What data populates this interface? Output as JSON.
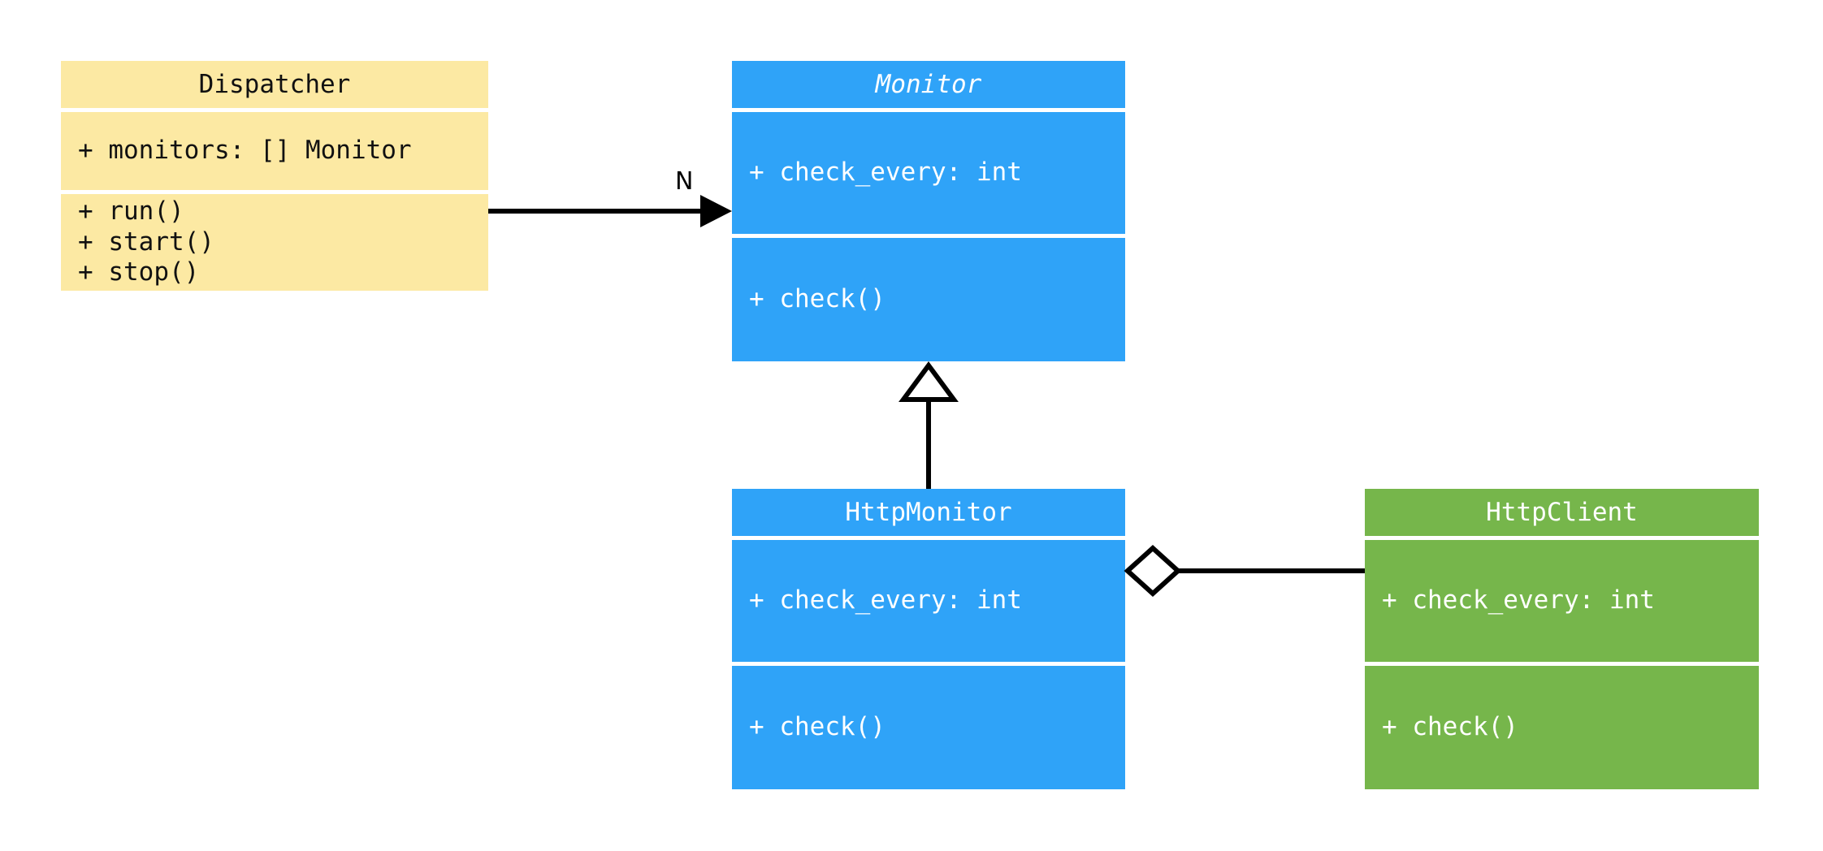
{
  "diagram": {
    "kind": "uml-class-diagram",
    "background": "#ffffff",
    "palette": {
      "yellow": "#fce9a3",
      "blue": "#2fa3f8",
      "green": "#76b64b",
      "line": "#000000",
      "dark_text": "#111111",
      "light_text": "#ffffff"
    }
  },
  "classes": {
    "dispatcher": {
      "name": "Dispatcher",
      "abstract": false,
      "color": "#fce9a3",
      "attributes": [
        "+ monitors: [] Monitor"
      ],
      "methods": [
        "+ run()",
        "+ start()",
        "+ stop()"
      ],
      "methods_text": "+ run()\n+ start()\n+ stop()"
    },
    "monitor": {
      "name": "Monitor",
      "abstract": true,
      "color": "#2fa3f8",
      "attributes": [
        "+ check_every: int"
      ],
      "methods": [
        "+ check()"
      ],
      "attributes_text": "+ check_every: int",
      "methods_text": "+ check()"
    },
    "http_monitor": {
      "name": "HttpMonitor",
      "abstract": false,
      "color": "#2fa3f8",
      "attributes": [
        "+ check_every: int"
      ],
      "methods": [
        "+ check()"
      ],
      "attributes_text": "+ check_every: int",
      "methods_text": "+ check()"
    },
    "http_client": {
      "name": "HttpClient",
      "abstract": false,
      "color": "#76b64b",
      "attributes": [
        "+ check_every: int"
      ],
      "methods": [
        "+ check()"
      ],
      "attributes_text": "+ check_every: int",
      "methods_text": "+ check()"
    }
  },
  "relationships": [
    {
      "id": "dispatcher-to-monitor",
      "type": "association",
      "from": "Dispatcher",
      "to": "Monitor",
      "marker": "solid-arrow",
      "label": "N"
    },
    {
      "id": "httpmonitor-to-monitor",
      "type": "generalization",
      "from": "HttpMonitor",
      "to": "Monitor",
      "marker": "hollow-triangle",
      "label": ""
    },
    {
      "id": "httpmonitor-to-httpclient",
      "type": "aggregation",
      "from": "HttpMonitor",
      "to": "HttpClient",
      "marker": "hollow-diamond",
      "label": ""
    }
  ]
}
